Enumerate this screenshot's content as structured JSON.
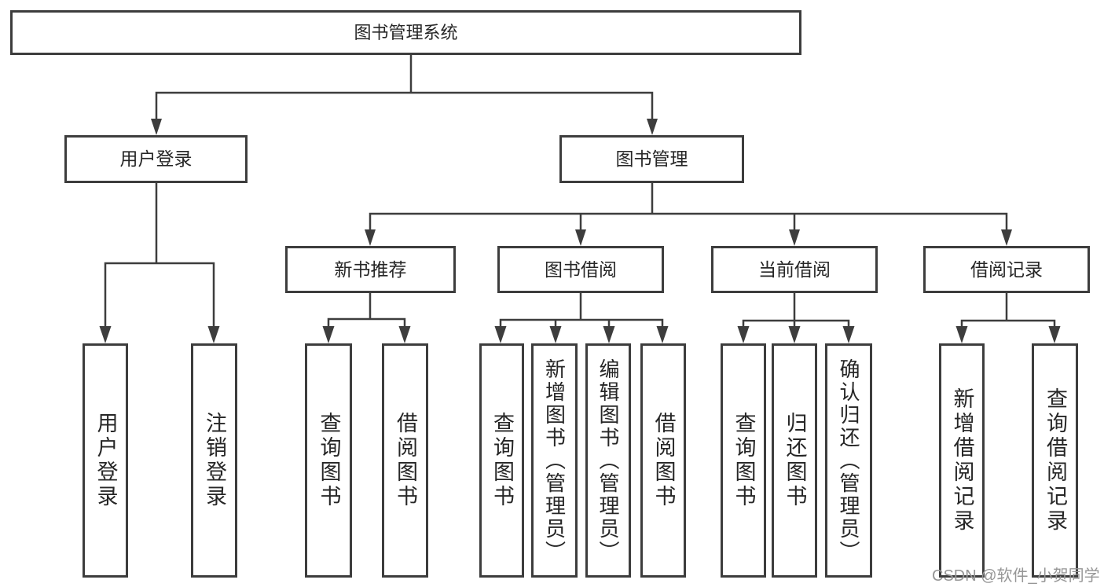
{
  "colors": {
    "line": "#3d3d3d",
    "text": "#262626",
    "watermark": "#969696",
    "background": "#ffffff"
  },
  "root": {
    "label": "图书管理系统"
  },
  "level2": {
    "user_login": {
      "label": "用户登录"
    },
    "book_management": {
      "label": "图书管理"
    }
  },
  "level3": {
    "new_books": {
      "label": "新书推荐"
    },
    "borrowing": {
      "label": "图书借阅"
    },
    "current": {
      "label": "当前借阅"
    },
    "records": {
      "label": "借阅记录"
    }
  },
  "leaves": {
    "user_login": [
      "用户登录",
      "注销登录"
    ],
    "new_books": [
      "查询图书",
      "借阅图书"
    ],
    "borrowing": [
      "查询图书",
      "新增图书（管理员）",
      "编辑图书（管理员）",
      "借阅图书"
    ],
    "current": [
      "查询图书",
      "归还图书",
      "确认归还（管理员）"
    ],
    "records": [
      "新增借阅记录",
      "查询借阅记录"
    ]
  },
  "watermark": "CSDN @软件_小贺同学"
}
